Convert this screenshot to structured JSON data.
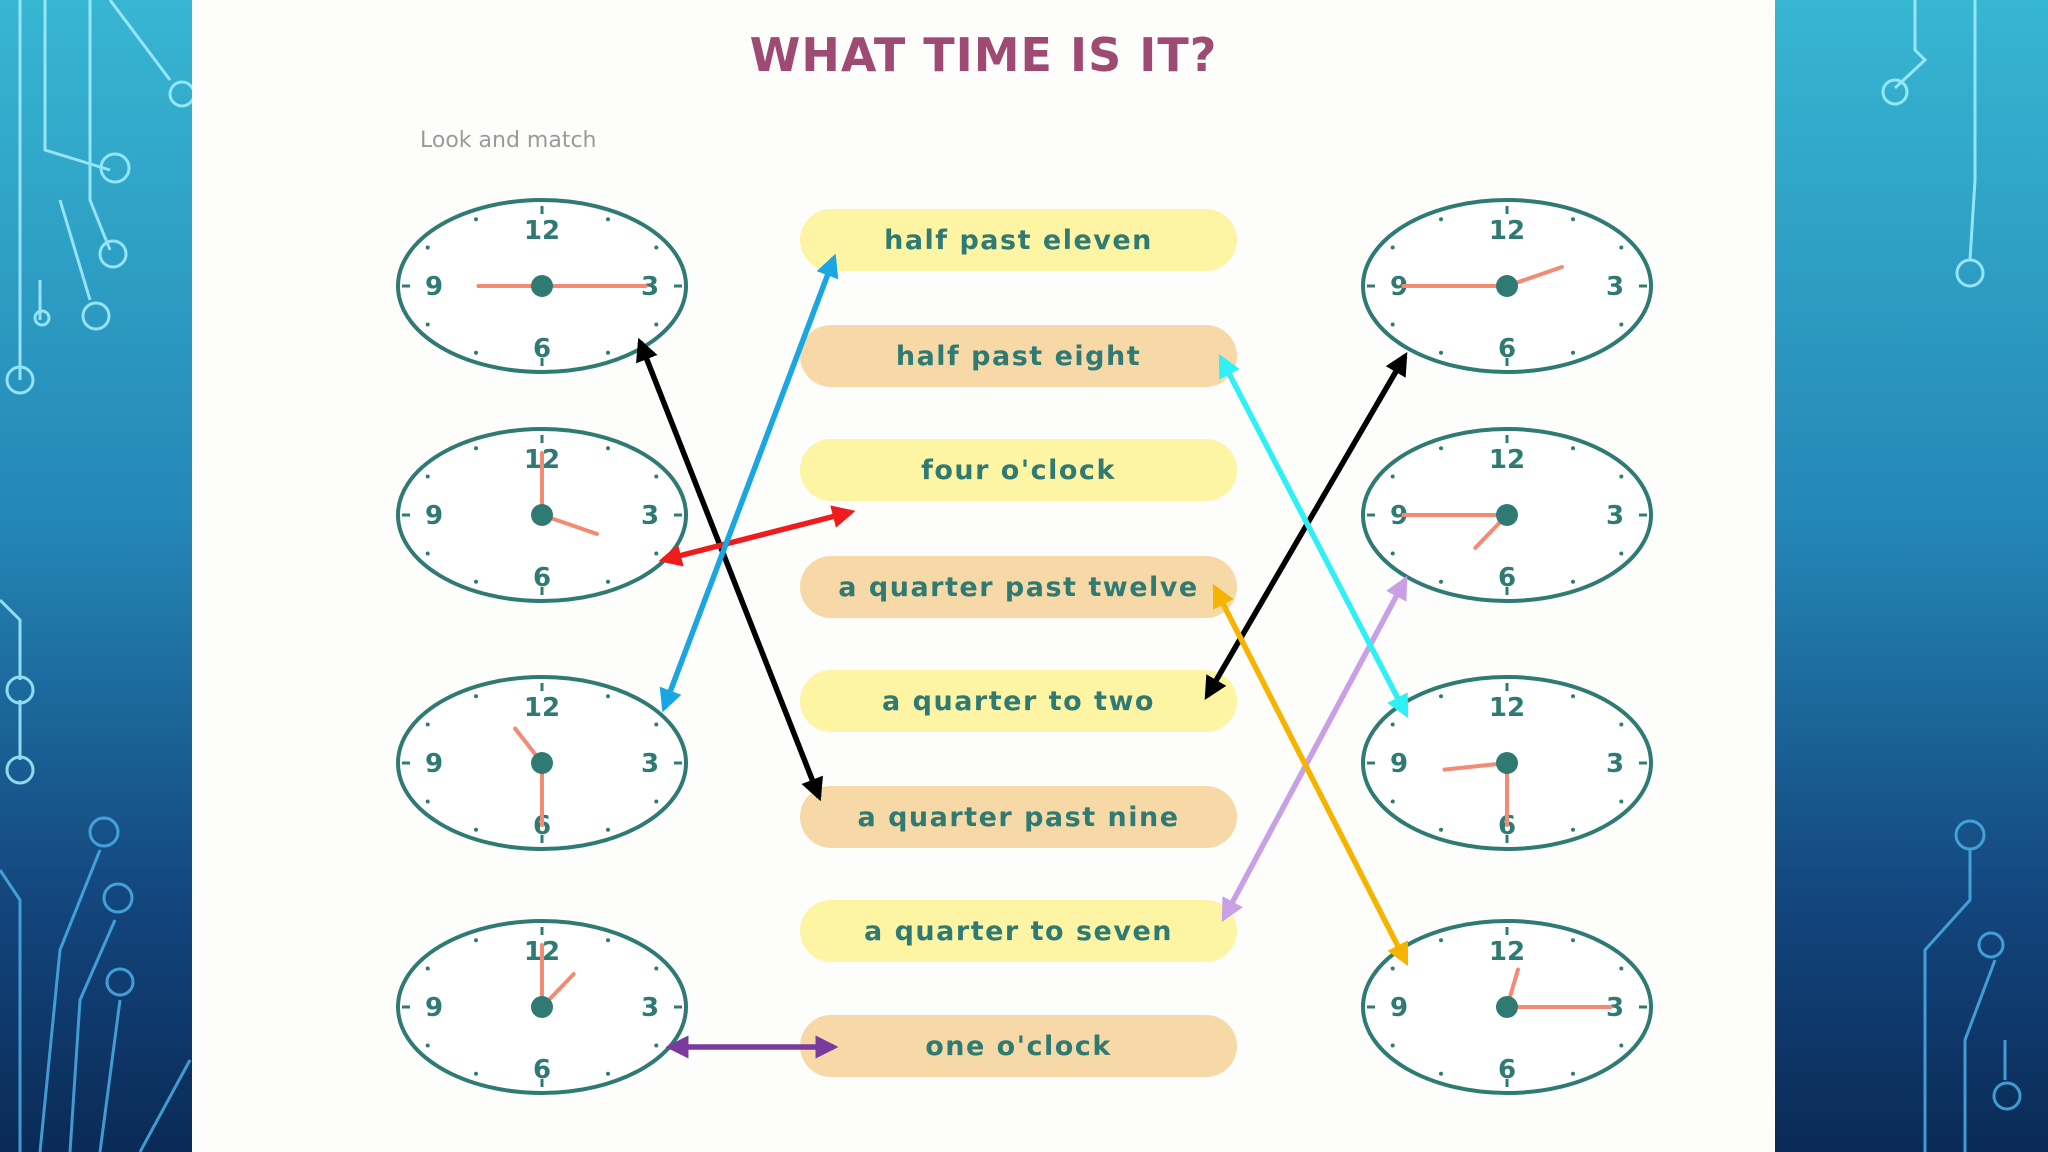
{
  "slide": {
    "title": "WHAT TIME IS IT?",
    "instruction": "Look and match"
  },
  "labels": [
    "half past eleven",
    "half past eight",
    "four o'clock",
    "a quarter past twelve",
    "a quarter to two",
    "a quarter past nine",
    "a quarter to seven",
    "one o'clock"
  ],
  "clock_numbers": {
    "n12": "12",
    "n3": "3",
    "n6": "6",
    "n9": "9"
  },
  "clocks": [
    {
      "id": "L1",
      "side": "left",
      "time": "a quarter past nine"
    },
    {
      "id": "L2",
      "side": "left",
      "time": "four o'clock"
    },
    {
      "id": "L3",
      "side": "left",
      "time": "half past eleven"
    },
    {
      "id": "L4",
      "side": "left",
      "time": "one o'clock"
    },
    {
      "id": "R1",
      "side": "right",
      "time": "a quarter to two"
    },
    {
      "id": "R2",
      "side": "right",
      "time": "a quarter to seven"
    },
    {
      "id": "R3",
      "side": "right",
      "time": "half past eight"
    },
    {
      "id": "R4",
      "side": "right",
      "time": "a quarter past twelve"
    }
  ],
  "matches": [
    {
      "clock": "L1",
      "label": "a quarter past nine",
      "color": "#000000"
    },
    {
      "clock": "L2",
      "label": "four o'clock",
      "color": "#ee1c1c"
    },
    {
      "clock": "L3",
      "label": "half past eleven",
      "color": "#1aa6e0"
    },
    {
      "clock": "L4",
      "label": "one o'clock",
      "color": "#7b3a9e"
    },
    {
      "clock": "R1",
      "label": "a quarter to two",
      "color": "#000000"
    },
    {
      "clock": "R2",
      "label": "a quarter to seven",
      "color": "#c9a0e6"
    },
    {
      "clock": "R3",
      "label": "half past eight",
      "color": "#2ef0f5"
    },
    {
      "clock": "R4",
      "label": "a quarter past twelve",
      "color": "#f5b400"
    }
  ],
  "colors": {
    "title": "#9e4a72",
    "clock_ring": "#2f7a73",
    "hands": "#f28a74",
    "pill_yellow": "#fdf4a4",
    "pill_tan": "#f6d9a7",
    "label_text": "#2f7a73"
  }
}
